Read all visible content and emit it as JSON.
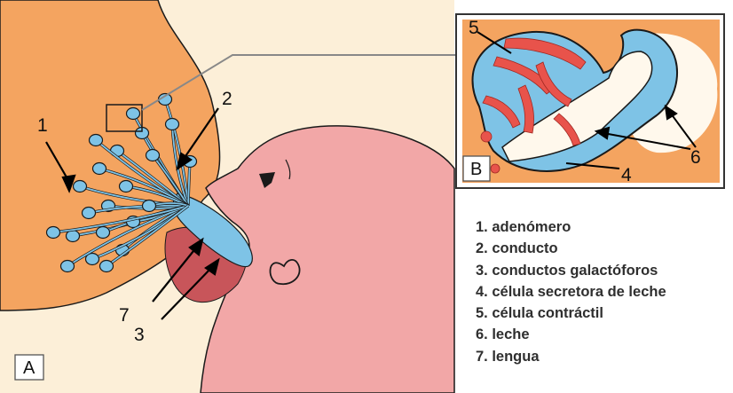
{
  "panels": {
    "main": {
      "label": "A"
    },
    "inset": {
      "label": "B"
    }
  },
  "main_callouts": [
    "1",
    "2",
    "3",
    "7"
  ],
  "inset_callouts": [
    "5",
    "6",
    "4"
  ],
  "legend": [
    "1. adenómero",
    "2. conducto",
    "3. conductos galactóforos",
    "4. célula secretora de leche",
    "5. célula contráctil",
    "6. leche",
    "7. lengua"
  ],
  "colors": {
    "breast": "#F4A460",
    "baby_skin": "#F2A7A7",
    "background_skin": "#FCEFD8",
    "milk_ducts": "#7EC3E6",
    "contractile_cells": "#E8534B",
    "outline": "#1a1a1a"
  }
}
